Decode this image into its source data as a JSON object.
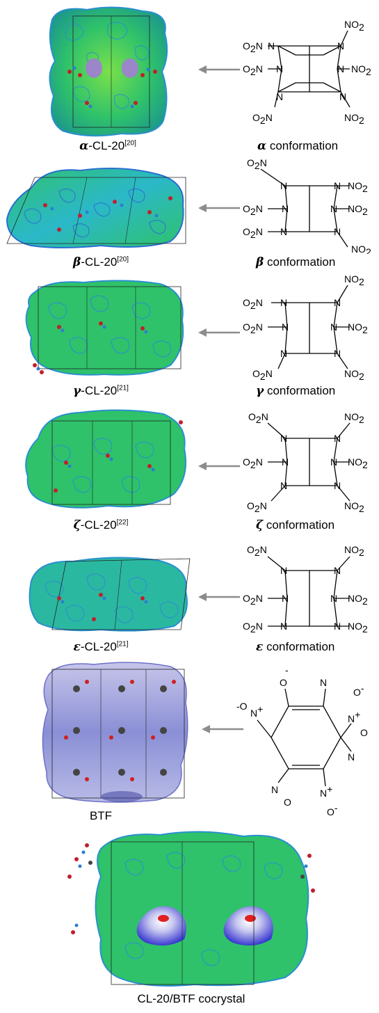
{
  "rows": [
    {
      "id": "alpha",
      "crystal_name": "CL-20",
      "crystal_symbol": "α",
      "ref": "[20]",
      "conf_symbol": "α",
      "conf_word": "conformation"
    },
    {
      "id": "beta",
      "crystal_name": "CL-20",
      "crystal_symbol": "β",
      "ref": "[20]",
      "conf_symbol": "β",
      "conf_word": "conformation"
    },
    {
      "id": "gamma",
      "crystal_name": "CL-20",
      "crystal_symbol": "γ",
      "ref": "[21]",
      "conf_symbol": "γ",
      "conf_word": "conformation"
    },
    {
      "id": "zeta",
      "crystal_name": "CL-20",
      "crystal_symbol": "ζ",
      "ref": "[22]",
      "conf_symbol": "ζ",
      "conf_word": "conformation"
    },
    {
      "id": "epsilon",
      "crystal_name": "CL-20",
      "crystal_symbol": "ε",
      "ref": "[21]",
      "conf_symbol": "ε",
      "conf_word": "conformation"
    }
  ],
  "btf": {
    "caption": "BTF"
  },
  "cocrystal": {
    "caption": "CL-20/BTF cocrystal"
  },
  "atoms": {
    "N": "N",
    "O": "O",
    "no2": "NO",
    "o2n": "O",
    "two": "2",
    "plus": "+",
    "minus": "-"
  },
  "colors": {
    "surface_green": "#2fc26a",
    "surface_cyan": "#2bb8c9",
    "surface_blue": "#4a78d8",
    "btf_surface": "#8a8fd6",
    "arrow": "#8c8c8c"
  }
}
